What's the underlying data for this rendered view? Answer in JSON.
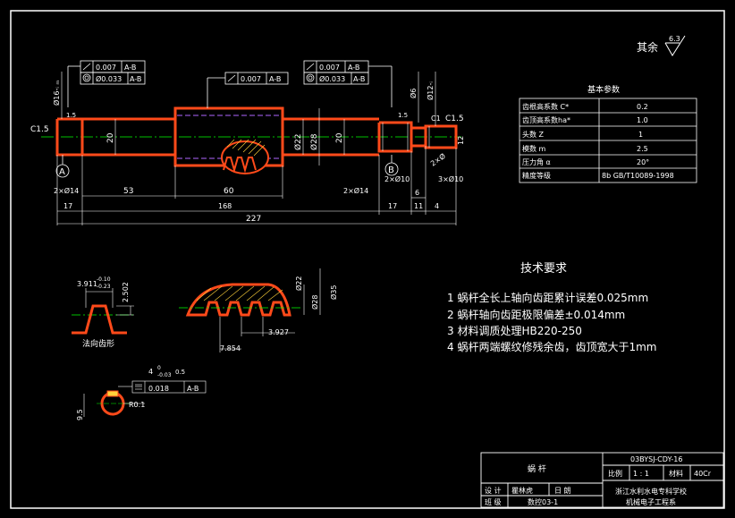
{
  "surface_finish": {
    "label": "其余",
    "value": "6.3"
  },
  "dimensions": {
    "d_left_end": "Ø16-ᵢ ₘ",
    "d_left_bearing": "20",
    "d_worm_root": "Ø22",
    "d_worm_tip": "Ø28",
    "d_center": "20",
    "d_right_bearing": "Ø6",
    "d_shaft_end": "Ø12-ᵢ",
    "d_key": "12",
    "chamfer_left": "C1.5",
    "chamfer_right": "C1.5",
    "chamfer_small": "C1",
    "radius_1": "1.5",
    "radius_2": "1.5",
    "groove_left": "2×Ø14",
    "groove_right": "2×Ø14",
    "groove_b_left": "2×Ø10",
    "groove_b_right": "3×Ø10",
    "groove_small": "2×Ø",
    "len_53": "53",
    "len_60": "60",
    "len_17a": "17",
    "len_17b": "17",
    "len_168": "168",
    "len_227": "227",
    "len_6": "6",
    "len_11": "11",
    "len_4": "4"
  },
  "datums": {
    "a": "A",
    "b": "B"
  },
  "tolerances": {
    "left_runout": {
      "value": "0.007",
      "ref": "A-B"
    },
    "left_coax": {
      "value": "Ø0.033",
      "ref": "A-B"
    },
    "center_runout": {
      "value": "0.007",
      "ref": "A-B"
    },
    "right_runout": {
      "value": "0.007",
      "ref": "A-B"
    },
    "right_coax": {
      "value": "Ø0.033",
      "ref": "A-B"
    },
    "key_sym": {
      "value": "0.018",
      "ref": "A-B"
    }
  },
  "param_table": {
    "title": "基本参数",
    "rows": [
      {
        "name": "齿根高系数 C*",
        "value": "0.2"
      },
      {
        "name": "齿顶高系数ha*",
        "value": "1.0"
      },
      {
        "name": "头数 Z",
        "value": "1"
      },
      {
        "name": "模数 m",
        "value": "2.5"
      },
      {
        "name": "压力角 α",
        "value": "20°"
      },
      {
        "name": "精度等级",
        "value": "8b GB/T10089-1998"
      }
    ]
  },
  "tech_requirements": {
    "title": "技术要求",
    "items": [
      "1 蜗杆全长上轴向齿距累计误差0.025mm",
      "2 蜗杆轴向齿距极限偏差±0.014mm",
      "3 材料调质处理HB220-250",
      "4 蜗杆两端螺纹修残余齿，齿顶宽大于1mm"
    ]
  },
  "detail_profile": {
    "width_dim": "3.911",
    "tol_upper": "-0.10",
    "tol_lower": "-0.23",
    "height_dim": "2.502",
    "caption": "法向齿形"
  },
  "detail_teeth": {
    "d_root": "Ø22",
    "d_tip": "Ø28",
    "d_pitch": "Ø35",
    "pitch": "3.927",
    "lead": "7.854"
  },
  "detail_section": {
    "top_dim": "4",
    "top_tol": "-0.03",
    "upper_num": "0",
    "key_dim": "0.5",
    "radius": "R0.1",
    "side_dim": "9.5"
  },
  "title_block": {
    "part_name": "蜗  杆",
    "drawing_no": "03BYSJ-CDY-16",
    "scale_label": "比例",
    "scale_value": "1 : 1",
    "material_label": "材料",
    "material_value": "40Cr",
    "design_label": "设 计",
    "designer": "瞿林虎",
    "design_date": "日 朗",
    "class_label": "班 级",
    "class_value": "数控03-1",
    "school": "浙江水利水电专科学校",
    "department": "机械电子工程系"
  }
}
